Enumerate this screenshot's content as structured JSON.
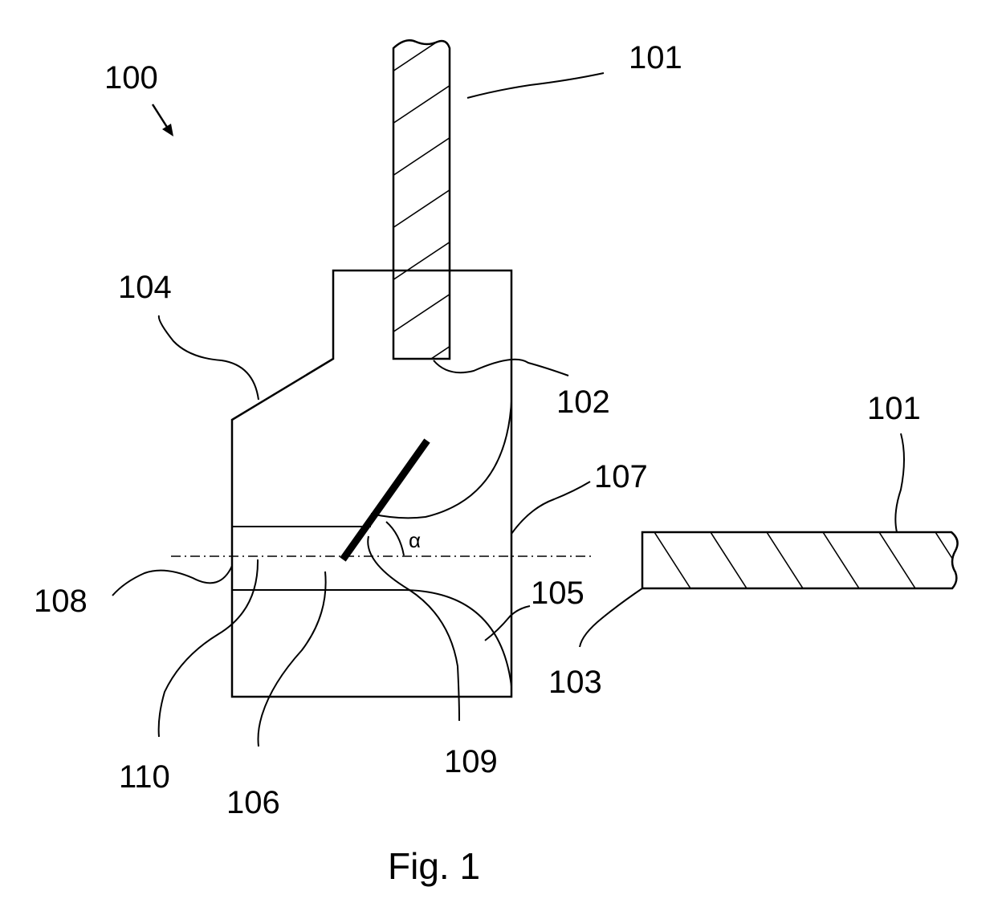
{
  "figure": {
    "caption": "Fig. 1",
    "alpha_symbol": "α",
    "labels": {
      "assembly": "100",
      "fiber_top": "101",
      "fiber_right": "101",
      "top_end_face": "102",
      "right_end_face": "103",
      "housing": "104",
      "right_curve": "105",
      "channel": "106",
      "right_wall": "107",
      "left_wall": "108",
      "mirror_region": "109",
      "axis_point": "110"
    }
  }
}
